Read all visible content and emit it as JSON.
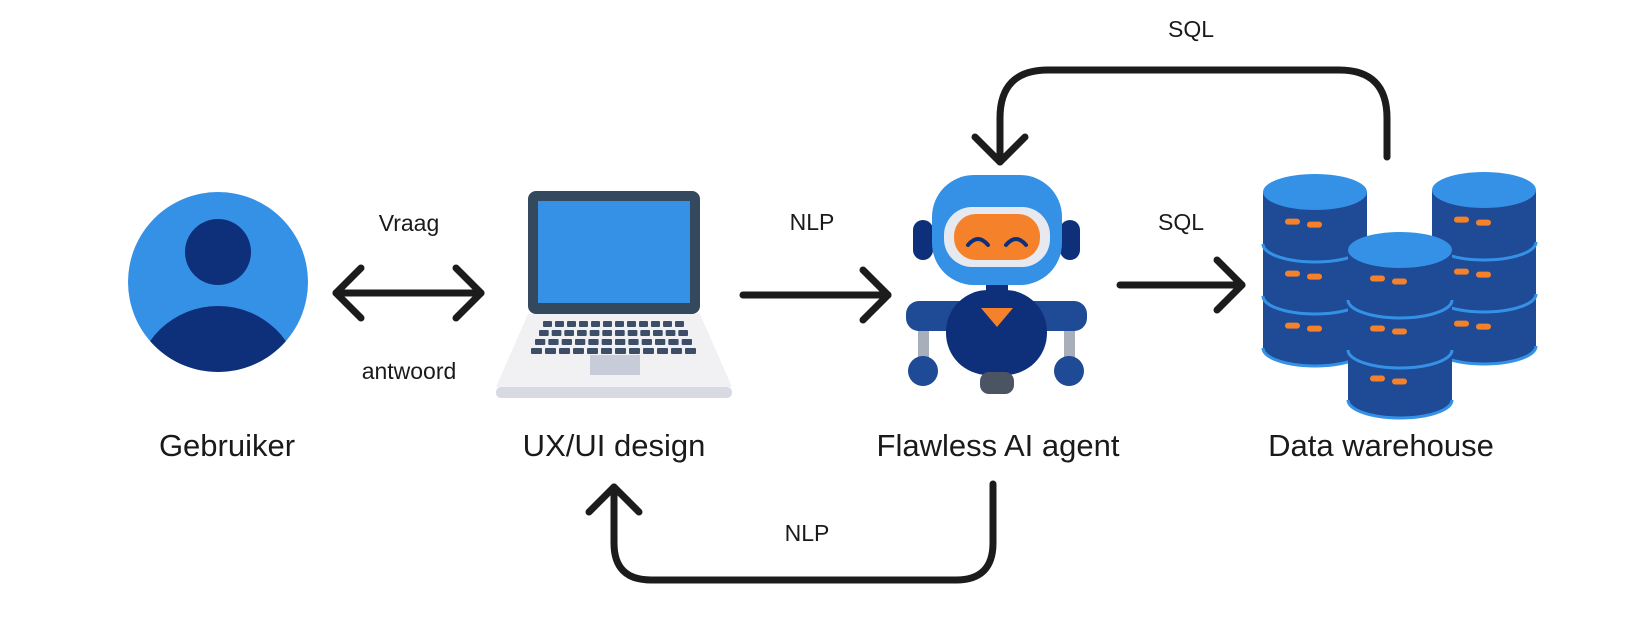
{
  "nodes": {
    "user": {
      "label": "Gebruiker",
      "icon": "user-avatar-icon"
    },
    "ui": {
      "label": "UX/UI design",
      "icon": "laptop-icon"
    },
    "agent": {
      "label": "Flawless AI agent",
      "icon": "robot-icon"
    },
    "warehouse": {
      "label": "Data warehouse",
      "icon": "database-stack-icon"
    }
  },
  "edges": {
    "question": "Vraag",
    "answer": "antwoord",
    "nlp_to_agent": "NLP",
    "sql_to_warehouse": "SQL",
    "sql_loop": "SQL",
    "nlp_return": "NLP"
  },
  "colors": {
    "arrow": "#1c1c1c",
    "light_blue": "#3491e6",
    "dark_blue": "#0e2f7a",
    "navy": "#1e4a96",
    "orange": "#f5822a",
    "laptop_frame": "#34495e",
    "laptop_base": "#f1f1f4"
  }
}
